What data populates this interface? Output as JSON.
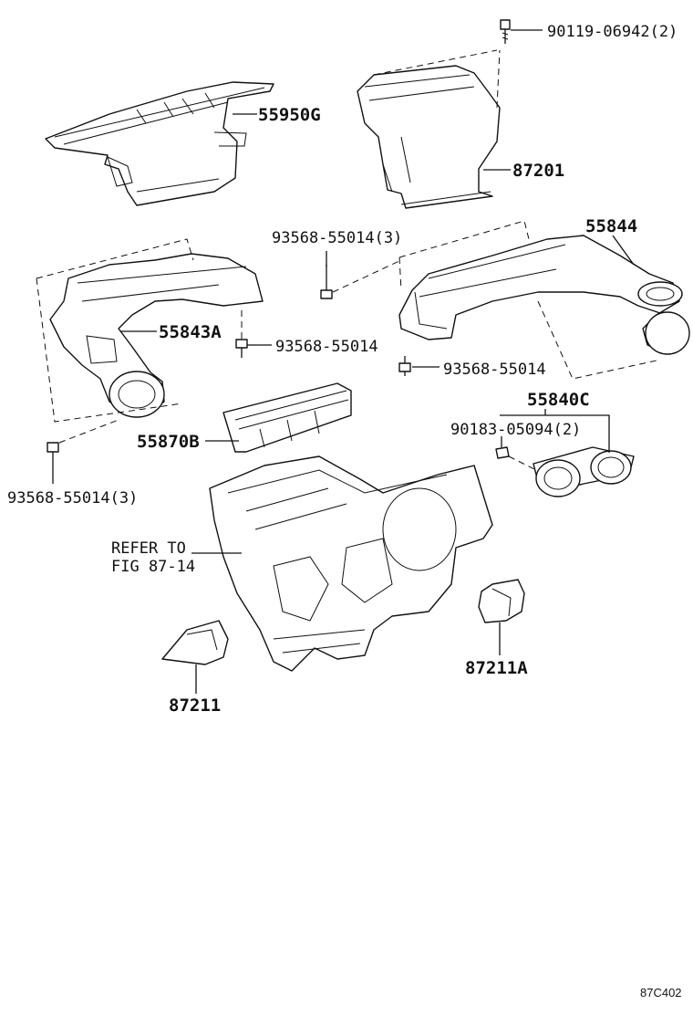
{
  "diagram_code": "87C402",
  "colors": {
    "ink": "#111111",
    "paper": "#ffffff"
  },
  "labels": {
    "p90119": "90119-06942(2)",
    "p55950g": "55950G",
    "p87201": "87201",
    "p93568_top": "93568-55014(3)",
    "p55844": "55844",
    "p55843a": "55843A",
    "p93568_mid": "93568-55014",
    "p93568_right": "93568-55014",
    "p55840c": "55840C",
    "p90183": "90183-05094(2)",
    "p55870b": "55870B",
    "p93568_left": "93568-55014(3)",
    "refer_line1": "REFER TO",
    "refer_line2": "FIG 87-14",
    "p87211a": "87211A",
    "p87211": "87211"
  }
}
